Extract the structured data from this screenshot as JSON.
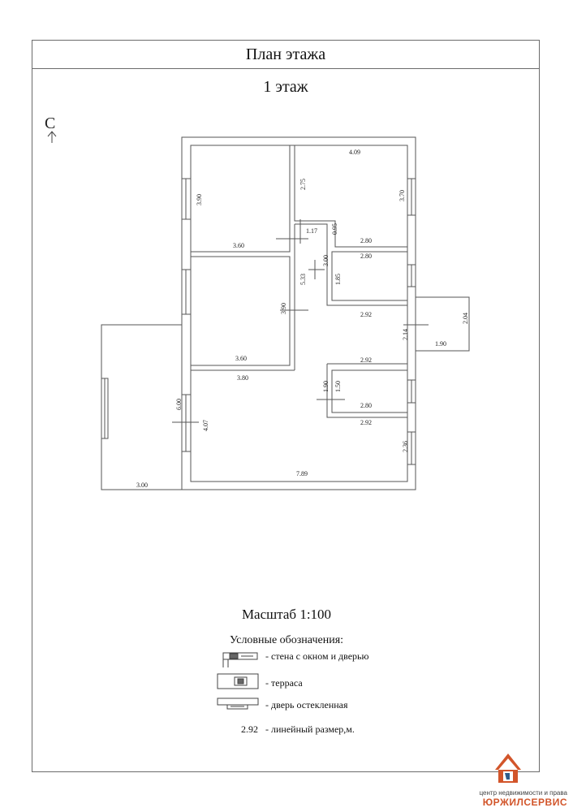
{
  "header": {
    "title": "План этажа",
    "floor": "1 этаж"
  },
  "north": {
    "label": "С"
  },
  "dimensions": {
    "room1_h": "3.90",
    "room1_w": "3.60",
    "door_w": "1.17",
    "room2_top": "4.09",
    "room2_left": "2.75",
    "room2_right": "3.70",
    "room2_bottom": "2.80",
    "corr_small": "0.95",
    "corr_main": "5.33",
    "room3_top": "2.80",
    "room3_left": "3.00",
    "room3_h": "1.85",
    "room4_h": "3.90",
    "room4_w": "3.60",
    "hall_w1": "2.92",
    "hall_h": "2.14",
    "terr_e_h": "2.04",
    "terr_e_w": "1.90",
    "room5_top": "2.92",
    "room5_left": "1.90",
    "room5_h": "1.50",
    "room5_bottom": "2.80",
    "big_top": "3.80",
    "big_total_h": "6.00",
    "big_left": "4.07",
    "big_mid": "2.92",
    "big_right": "2.36",
    "big_bottom": "7.89",
    "terr_w_w": "3.00"
  },
  "scale": "Масштаб 1:100",
  "legend": {
    "title": "Условные обозначения:",
    "items": [
      {
        "label": "- стена с окном и дверью"
      },
      {
        "label": "- терраса"
      },
      {
        "label": "- дверь остекленная"
      }
    ],
    "dim_example": "2.92",
    "dim_label": "- линейный размер,м."
  },
  "brand": {
    "tagline": "центр недвижимости и права",
    "name": "ЮРЖИЛСЕРВИС",
    "color": "#d2552a"
  }
}
